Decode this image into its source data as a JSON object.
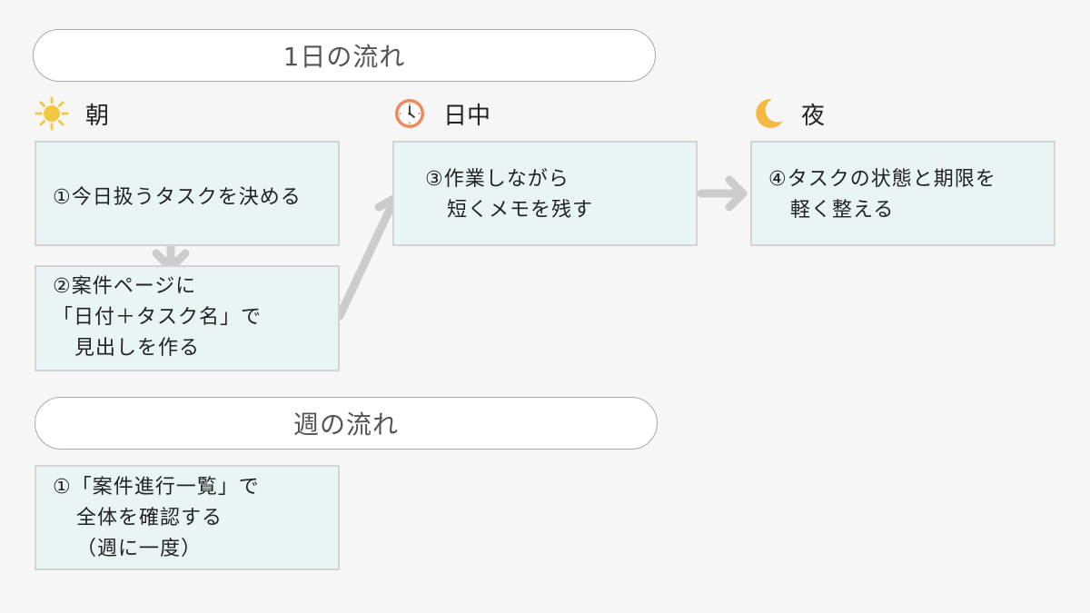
{
  "day_flow": {
    "title": "1日の流れ",
    "sections": {
      "morning": {
        "label": "朝",
        "icon": "sun-icon"
      },
      "daytime": {
        "label": "日中",
        "icon": "clock-icon"
      },
      "night": {
        "label": "夜",
        "icon": "moon-icon"
      }
    },
    "steps": [
      {
        "lines": [
          "①今日扱うタスクを決める"
        ]
      },
      {
        "lines": [
          "②案件ページに",
          "「日付＋タスク名」で",
          "見出しを作る"
        ]
      },
      {
        "lines": [
          "③作業しながら",
          "短くメモを残す"
        ]
      },
      {
        "lines": [
          "④タスクの状態と期限を",
          "軽く整える"
        ]
      }
    ]
  },
  "week_flow": {
    "title": "週の流れ",
    "steps": [
      {
        "lines": [
          "①「案件進行一覧」で",
          "全体を確認する",
          "（週に一度）"
        ]
      }
    ]
  },
  "colors": {
    "background": "#f6f6f6",
    "box_fill": "#e8f5f4",
    "box_border": "#d4d4d4",
    "arrow": "#cccccc",
    "sun": "#f5c842",
    "clock": "#f08a5d",
    "moon": "#f5b942"
  }
}
